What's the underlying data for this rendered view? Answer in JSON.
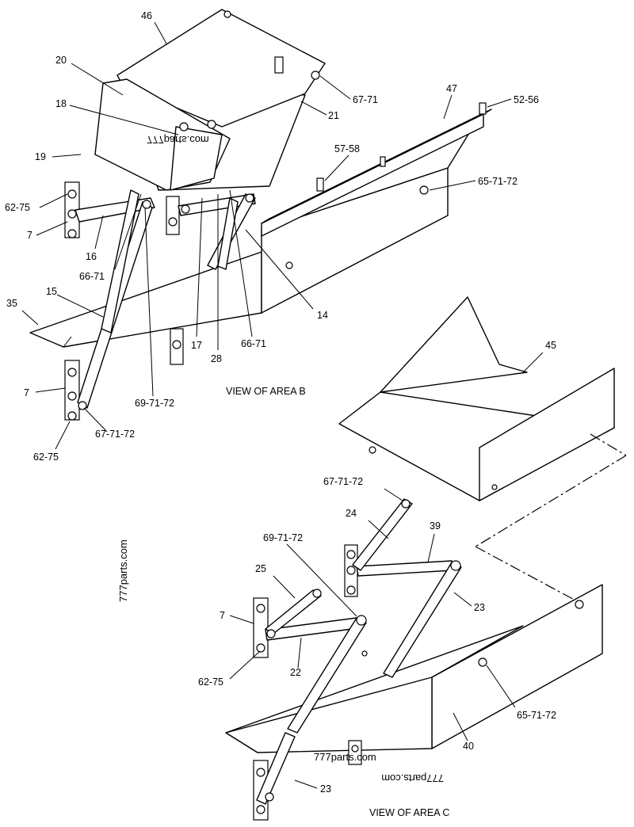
{
  "labels": {
    "l46": "46",
    "l20": "20",
    "l18": "18",
    "l19": "19",
    "l21": "21",
    "l47": "47",
    "l67_71_top": "67-71",
    "l52_56": "52-56",
    "l57_58": "57-58",
    "l65_71_72_top": "65-71-72",
    "l62_75_a": "62-75",
    "l7_a": "7",
    "l16": "16",
    "l66_71_left": "66-71",
    "l15": "15",
    "l35": "35",
    "l14": "14",
    "l66_71_right": "66-71",
    "l28": "28",
    "l17": "17",
    "l69_71_72_top": "69-71-72",
    "l7_b": "7",
    "l67_71_72_left": "67-71-72",
    "l62_75_b": "62-75",
    "view_b": "VIEW OF AREA B",
    "l45": "45",
    "l67_71_72_bottom": "67-71-72",
    "l24": "24",
    "l39": "39",
    "l69_71_72_bottom": "69-71-72",
    "l25": "25",
    "l7_c": "7",
    "l23_right": "23",
    "l62_75_c": "62-75",
    "l22": "22",
    "l65_71_72_bottom": "65-71-72",
    "l40": "40",
    "l23_bottom": "23",
    "view_c": "VIEW OF AREA C"
  },
  "watermarks": {
    "wm_top": "777parts.com",
    "wm_left": "777parts.com",
    "wm_bottom": "777parts.com",
    "wm_bottom_flipped": "777parts.com"
  }
}
